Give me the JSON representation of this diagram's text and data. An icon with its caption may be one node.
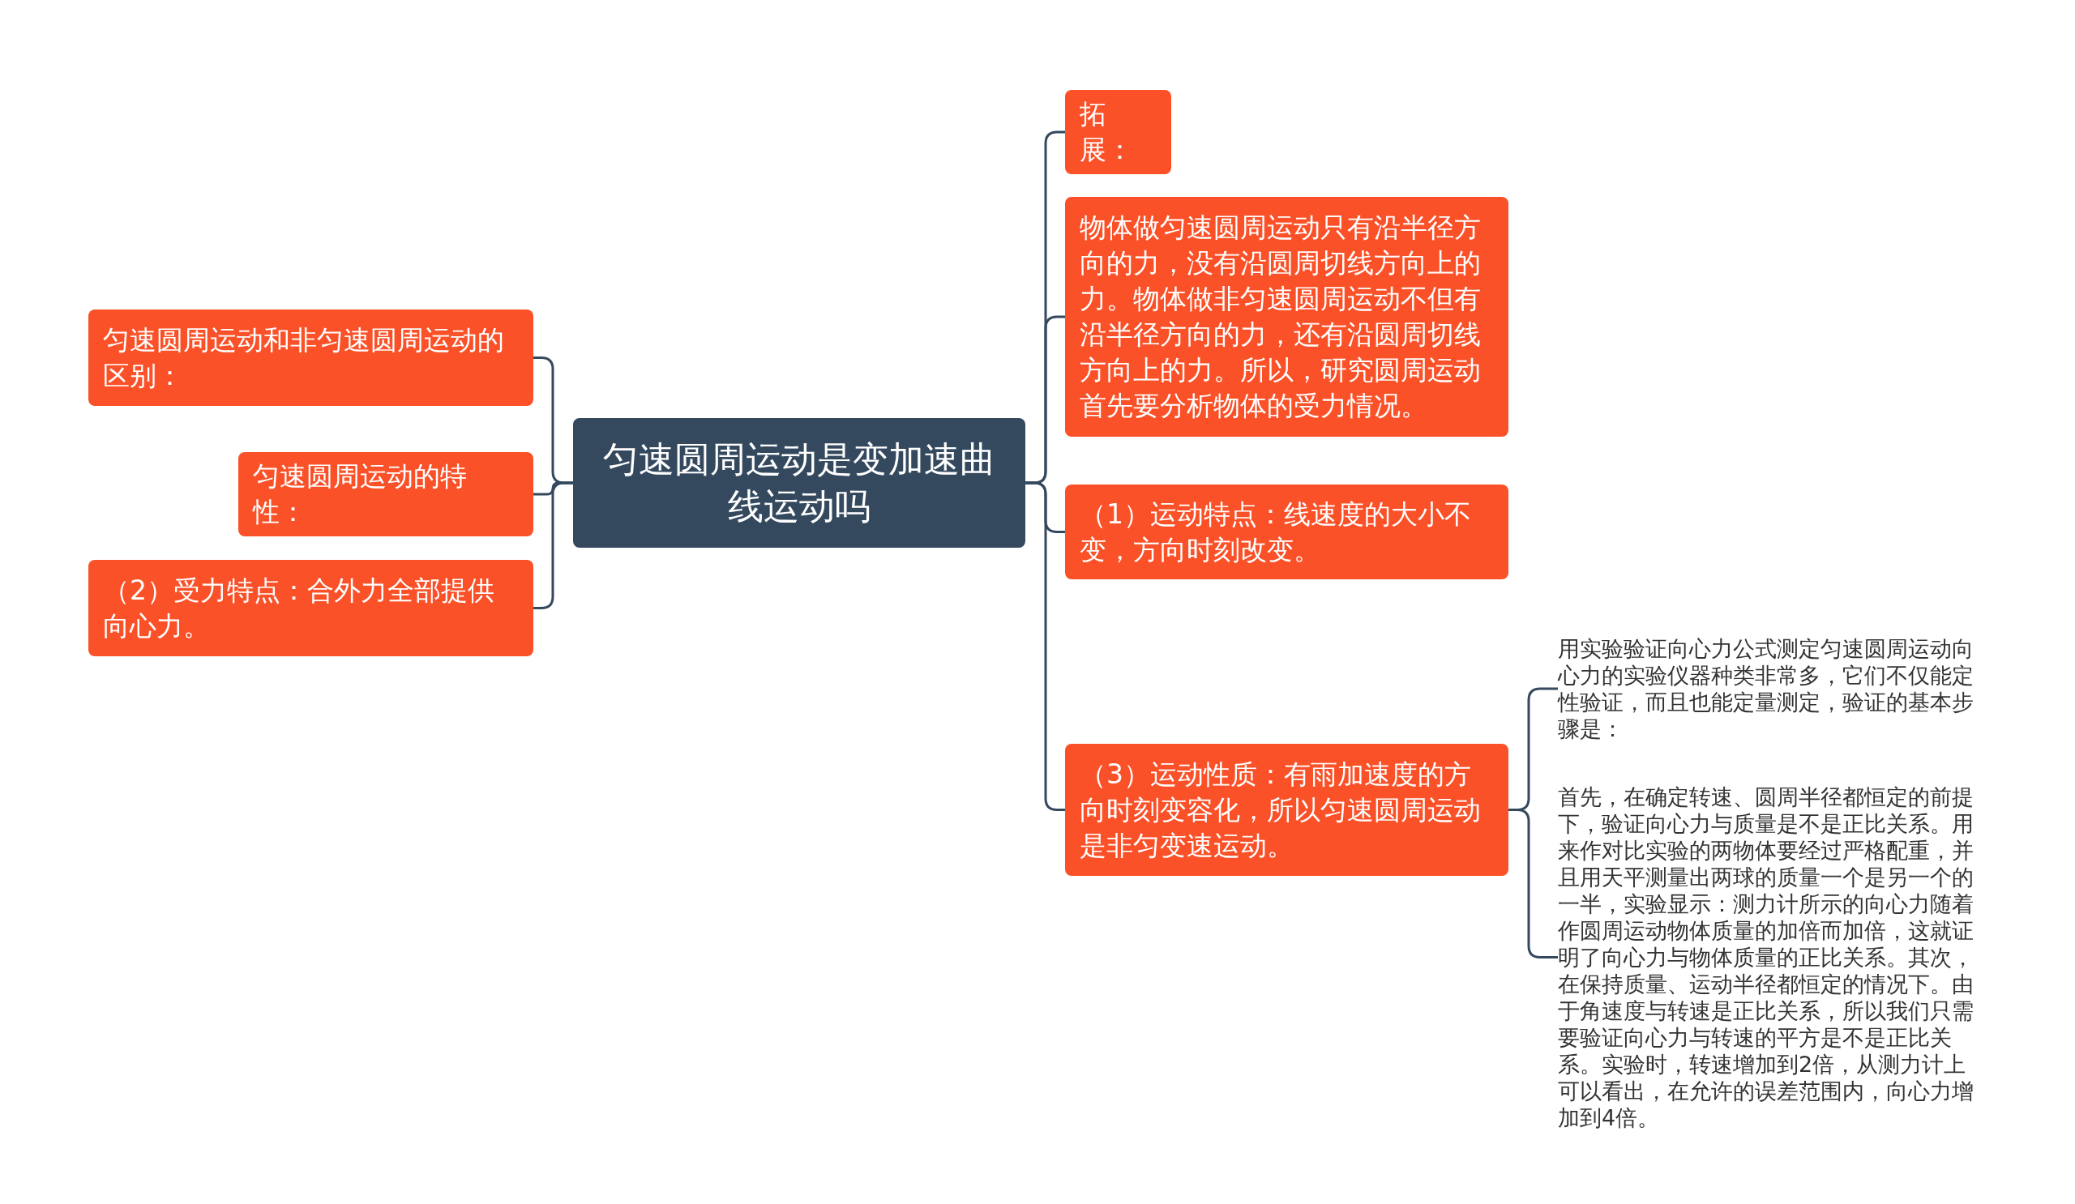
{
  "diagram": {
    "nodes": [
      {
        "text": [
          "匀速圆周运动是变加速曲线运动吗"
        ]
      },
      {
        "text": [
          "匀速圆周运动和非匀速圆周运动的区别："
        ]
      },
      {
        "text": [
          "匀速圆周运动的特性："
        ]
      },
      {
        "text": [
          "（2）受力特点：合外力全部提供向心力。"
        ]
      },
      {
        "text": [
          "拓展："
        ]
      },
      {
        "text": [
          "物体做匀速圆周运动只有沿半径方向的力，没有沿圆周切线方向上的力。物体做非匀速圆周运动不但有沿半径方向的力，还有沿圆周切线方向上的力。所以，研究圆周运动首先要分析物体的受力情况。"
        ]
      },
      {
        "text": [
          "（1）运动特点：线速度的大小不变，方向时刻改变。"
        ]
      },
      {
        "text": [
          "（3）运动性质：有雨加速度的方向时刻变容化，所以匀速圆周运动是非匀变速运动。"
        ]
      },
      {
        "text": [
          "用实验验证向心力公式测定匀速圆周运动向心力的实验仪器种类非常多，它们不仅能定性验证，而且也能定量测定，验证的基本步骤是："
        ]
      },
      {
        "text": [
          "首先，在确定转速、圆周半径都恒定的前提下，验证向心力与质量是不是正比关系。用来作对比实验的两物体要经过严格配重，并且用天平测量出两球的质量一个是另一个的一半，实验显示：测力计所示的向心力随着作圆周运动物体质量的加倍而加倍，这就证明了向心力与物体质量的正比关系。其次，在保持质量、运动半径都恒定的情况下。由于角速度与转速是正比关系，所以我们只需要验证向心力与转速的平方是不是正比关系。实验时，转速增加到2倍，从测力计上可以看出，在允许的误差范围内，向心力增加到4倍。"
        ]
      }
    ],
    "edges": [
      {
        "from": 0,
        "to": 1,
        "arrow": "none"
      },
      {
        "from": 0,
        "to": 2,
        "arrow": "none"
      },
      {
        "from": 0,
        "to": 3,
        "arrow": "none"
      },
      {
        "from": 0,
        "to": 4,
        "arrow": "none"
      },
      {
        "from": 0,
        "to": 5,
        "arrow": "none"
      },
      {
        "from": 0,
        "to": 6,
        "arrow": "none"
      },
      {
        "from": 0,
        "to": 7,
        "arrow": "none"
      },
      {
        "from": 7,
        "to": 8,
        "arrow": "none"
      },
      {
        "from": 7,
        "to": 9,
        "arrow": "none"
      }
    ]
  }
}
